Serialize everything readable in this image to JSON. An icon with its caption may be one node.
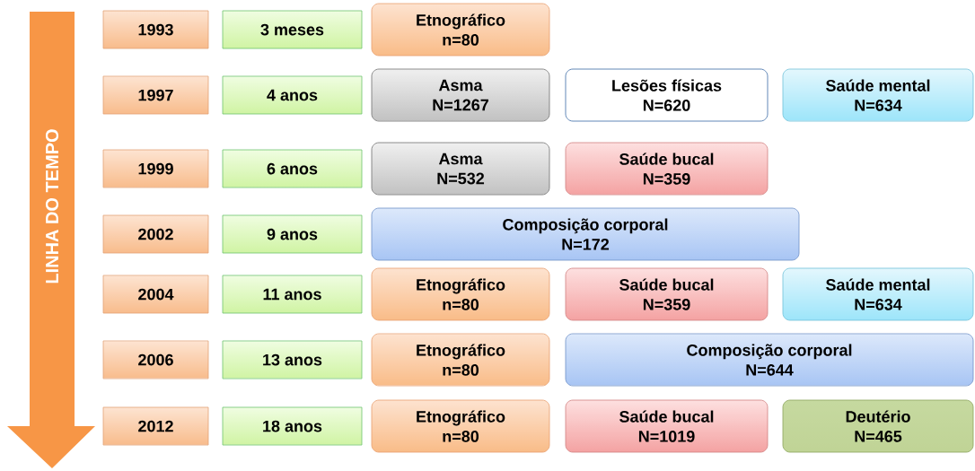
{
  "diagram": {
    "nodes": [
      {
        "text": [
          "LINHA DO TEMPO"
        ]
      },
      {
        "text": [
          "1993"
        ]
      },
      {
        "text": [
          "3 meses"
        ]
      },
      {
        "text": [
          "Etnográfico",
          "n=80"
        ]
      },
      {
        "text": [
          "1997"
        ]
      },
      {
        "text": [
          "4 anos"
        ]
      },
      {
        "text": [
          "Asma",
          "N=1267"
        ]
      },
      {
        "text": [
          "Lesões físicas",
          "N=620"
        ]
      },
      {
        "text": [
          "Saúde mental",
          "N=634"
        ]
      },
      {
        "text": [
          "1999"
        ]
      },
      {
        "text": [
          "6 anos"
        ]
      },
      {
        "text": [
          "Asma",
          "N=532"
        ]
      },
      {
        "text": [
          "Saúde bucal",
          "N=359"
        ]
      },
      {
        "text": [
          "2002"
        ]
      },
      {
        "text": [
          "9 anos"
        ]
      },
      {
        "text": [
          "Composição corporal",
          "N=172"
        ]
      },
      {
        "text": [
          "2004"
        ]
      },
      {
        "text": [
          "11 anos"
        ]
      },
      {
        "text": [
          "Etnográfico",
          "n=80"
        ]
      },
      {
        "text": [
          "Saúde bucal",
          "N=359"
        ]
      },
      {
        "text": [
          "Saúde mental",
          "N=634"
        ]
      },
      {
        "text": [
          "2006"
        ]
      },
      {
        "text": [
          "13 anos"
        ]
      },
      {
        "text": [
          "Etnográfico",
          "n=80"
        ]
      },
      {
        "text": [
          "Composição corporal",
          "N=644"
        ]
      },
      {
        "text": [
          "2012"
        ]
      },
      {
        "text": [
          "18 anos"
        ]
      },
      {
        "text": [
          "Etnográfico",
          "n=80"
        ]
      },
      {
        "text": [
          "Saúde bucal",
          "N=1019"
        ]
      },
      {
        "text": [
          "Deutério",
          "N=465"
        ]
      }
    ]
  }
}
